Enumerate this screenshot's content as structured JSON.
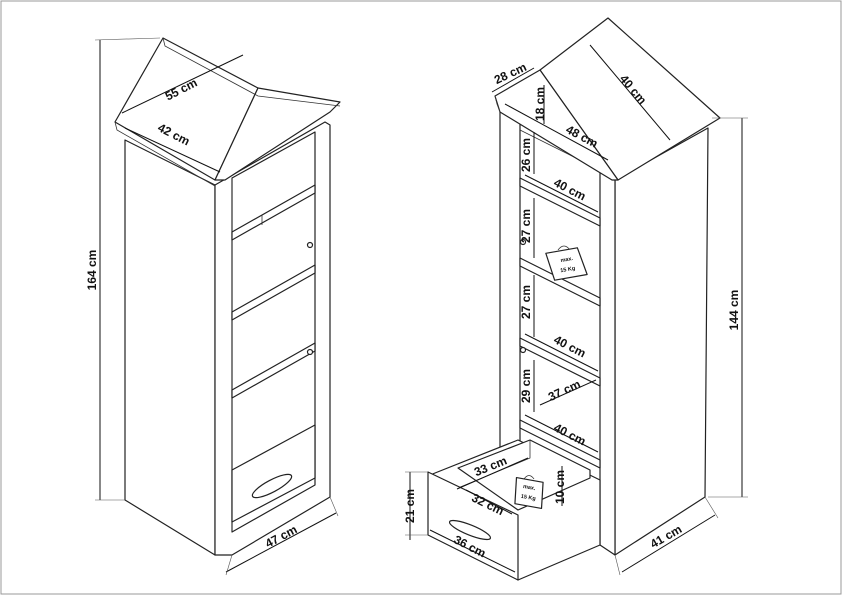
{
  "left_view": {
    "roof_depth": "55 cm",
    "roof_width": "42 cm",
    "total_height": "164 cm",
    "base_width": "47 cm"
  },
  "right_view": {
    "roof_overhang": "28 cm",
    "roof_height": "18 cm",
    "roof_inner_width": "48 cm",
    "roof_length": "40 cm",
    "shelf1_height": "26 cm",
    "shelf1_width": "40 cm",
    "shelf2_height": "27 cm",
    "shelf2_load": {
      "line1": "max.",
      "line2": "15 Kg"
    },
    "shelf3_height": "27 cm",
    "shelf3_width": "40 cm",
    "shelf4_height": "29 cm",
    "shelf4_depth": "37 cm",
    "shelf4_width": "40 cm",
    "drawer_depth_inner": "33 cm",
    "drawer_load": {
      "line1": "max.",
      "line2": "15 Kg"
    },
    "drawer_width_inner": "32 cm",
    "drawer_inner_height": "10 cm",
    "drawer_front_height": "21 cm",
    "drawer_front_width": "36 cm",
    "base_depth": "41 cm",
    "body_height": "144 cm"
  }
}
